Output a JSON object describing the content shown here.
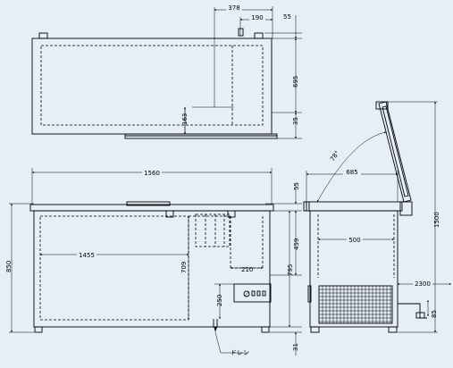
{
  "top_view": {
    "dim_width_offset": "378",
    "dim_hinge_offset": "190",
    "dim_hinge_height": "55",
    "dim_depth": "695",
    "dim_handle": "35",
    "dim_center_offset": "163"
  },
  "front_view": {
    "dim_width": "1560",
    "dim_lid_height": "55",
    "dim_height": "850",
    "dim_inner_width": "1455",
    "dim_inner_depth": "709",
    "dim_machine_width": "210",
    "dim_machine_height": "250",
    "dim_459": "459",
    "dim_body_height": "795",
    "dim_foot": "31",
    "drain_label": "ドレン"
  },
  "side_view": {
    "dim_angle": "78°",
    "dim_depth": "685",
    "dim_inner_depth": "500",
    "dim_hose_length": "2300",
    "dim_open_height": "1500",
    "dim_hose_height": "85"
  }
}
